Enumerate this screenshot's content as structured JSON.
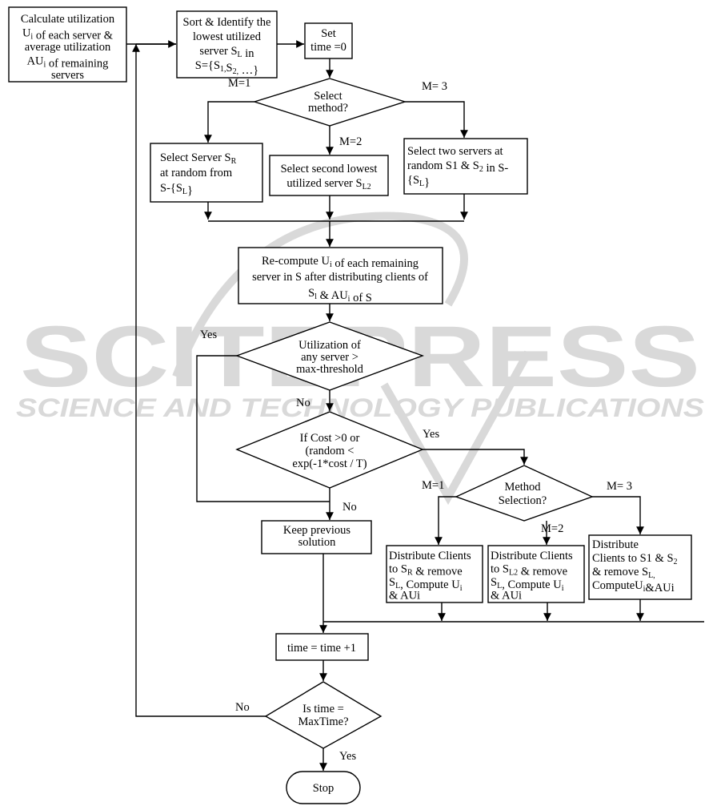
{
  "watermark": {
    "title": "SCITEPRESS",
    "subtitle": "SCIENCE AND TECHNOLOGY PUBLICATIONS"
  },
  "nodes": {
    "calc": [
      [
        {
          "t": "Calculate utilization"
        }
      ],
      [
        {
          "t": "U"
        },
        {
          "t": "i",
          "s": "sub"
        },
        {
          "t": " of each server  &"
        }
      ],
      [
        {
          "t": "average utilization"
        }
      ],
      [
        {
          "t": "AU"
        },
        {
          "t": "i",
          "s": "sub"
        },
        {
          "t": " of  remaining"
        }
      ],
      [
        {
          "t": "servers"
        }
      ]
    ],
    "sort": [
      [
        {
          "t": "Sort & Identify the"
        }
      ],
      [
        {
          "t": "lowest utilized"
        }
      ],
      [
        {
          "t": "server S"
        },
        {
          "t": "L",
          "s": "sub"
        },
        {
          "t": " in"
        }
      ],
      [
        {
          "t": "S={S"
        },
        {
          "t": "1,",
          "s": "sub"
        },
        {
          "t": "S"
        },
        {
          "t": "2,",
          "s": "sub"
        },
        {
          "t": " …}"
        }
      ]
    ],
    "settime": [
      [
        {
          "t": "Set"
        }
      ],
      [
        {
          "t": "time =0"
        }
      ]
    ],
    "selectMethod": [
      [
        {
          "t": "Select"
        }
      ],
      [
        {
          "t": "method?"
        }
      ]
    ],
    "randomServer": [
      [
        {
          "t": "Select Server S"
        },
        {
          "t": "R",
          "s": "sub"
        }
      ],
      [
        {
          "t": "at random from"
        }
      ],
      [
        {
          "t": "S-{S"
        },
        {
          "t": "L",
          "s": "sub"
        },
        {
          "t": "}"
        }
      ]
    ],
    "secondLowest": [
      [
        {
          "t": "Select second lowest"
        }
      ],
      [
        {
          "t": "utilized server S"
        },
        {
          "t": "L2",
          "s": "sub"
        }
      ]
    ],
    "twoServers": [
      [
        {
          "t": "Select two servers at"
        }
      ],
      [
        {
          "t": "random S1 & S"
        },
        {
          "t": "2",
          "s": "sub"
        },
        {
          "t": " in S-"
        }
      ],
      [
        {
          "t": "{S"
        },
        {
          "t": "L",
          "s": "sub"
        },
        {
          "t": "}"
        }
      ]
    ],
    "recompute": [
      [
        {
          "t": "Re-compute U"
        },
        {
          "t": "i",
          "s": "sub"
        },
        {
          "t": " of each remaining"
        }
      ],
      [
        {
          "t": "server in S after distributing clients of"
        }
      ],
      [
        {
          "t": "S"
        },
        {
          "t": "l",
          "s": "sub"
        },
        {
          "t": "  &  AU"
        },
        {
          "t": "i",
          "s": "sub"
        },
        {
          "t": " of S"
        }
      ]
    ],
    "threshold": [
      [
        {
          "t": "Utilization of"
        }
      ],
      [
        {
          "t": "any server >"
        }
      ],
      [
        {
          "t": "max-threshold"
        }
      ]
    ],
    "cost": [
      [
        {
          "t": "If Cost >0 or"
        }
      ],
      [
        {
          "t": "(random <"
        }
      ],
      [
        {
          "t": "exp(-1*cost / T)"
        }
      ]
    ],
    "keep": [
      [
        {
          "t": "Keep previous"
        }
      ],
      [
        {
          "t": "solution"
        }
      ]
    ],
    "methodSelection": [
      [
        {
          "t": "Method"
        }
      ],
      [
        {
          "t": "Selection?"
        }
      ]
    ],
    "distR": [
      [
        {
          "t": "Distribute Clients"
        }
      ],
      [
        {
          "t": "to S"
        },
        {
          "t": "R",
          "s": "sub"
        },
        {
          "t": " & remove"
        }
      ],
      [
        {
          "t": "S"
        },
        {
          "t": "L",
          "s": "sub"
        },
        {
          "t": ", Compute U"
        },
        {
          "t": "i",
          "s": "sub"
        }
      ],
      [
        {
          "t": "& AUi"
        }
      ]
    ],
    "distL2": [
      [
        {
          "t": "Distribute Clients"
        }
      ],
      [
        {
          "t": "to S"
        },
        {
          "t": "L2",
          "s": "sub"
        },
        {
          "t": "  & remove"
        }
      ],
      [
        {
          "t": "S"
        },
        {
          "t": "L",
          "s": "sub"
        },
        {
          "t": ", Compute U"
        },
        {
          "t": "i",
          "s": "sub"
        }
      ],
      [
        {
          "t": "& AUi"
        }
      ]
    ],
    "distS1S2": [
      [
        {
          "t": "Distribute"
        }
      ],
      [
        {
          "t": "Clients to S1 & S"
        },
        {
          "t": "2",
          "s": "sub"
        }
      ],
      [
        {
          "t": "& remove S"
        },
        {
          "t": "L,",
          "s": "sub"
        }
      ],
      [
        {
          "t": "ComputeU"
        },
        {
          "t": "i",
          "s": "sub"
        },
        {
          "t": "&AUi"
        }
      ]
    ],
    "timeInc": [
      [
        {
          "t": "time = time +1"
        }
      ]
    ],
    "isMax": [
      [
        {
          "t": "Is time ="
        }
      ],
      [
        {
          "t": "MaxTime?"
        }
      ]
    ],
    "stop": [
      [
        {
          "t": "Stop"
        }
      ]
    ]
  },
  "edge_labels": {
    "m1_top": "M=1",
    "m2_top": "M=2",
    "m3_top": "M= 3",
    "yes_threshold": "Yes",
    "no_threshold": "No",
    "yes_cost": "Yes",
    "no_cost": "No",
    "m1_bottom": "M=1",
    "m2_bottom": "M=2",
    "m3_bottom": "M= 3",
    "no_maxtime": "No",
    "yes_maxtime": "Yes"
  }
}
